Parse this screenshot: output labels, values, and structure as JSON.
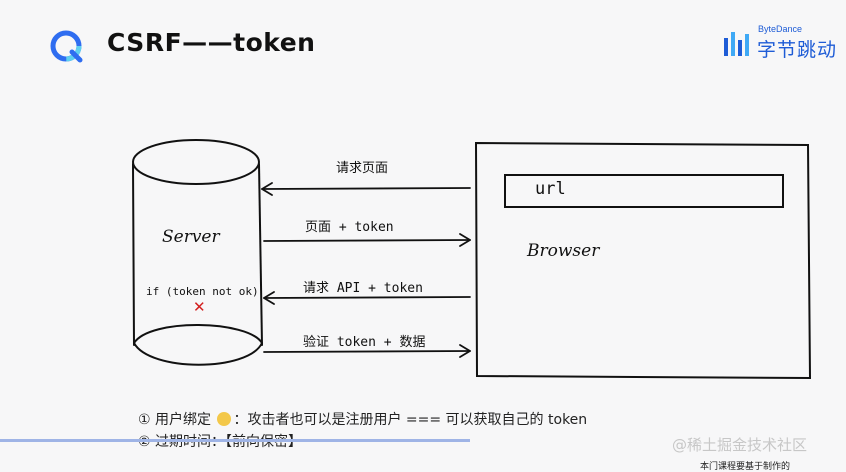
{
  "slide": {
    "title": "CSRF——token",
    "brand_small": "ByteDance",
    "brand_name": "字节跳动",
    "accent_color": "#1e5cd6"
  },
  "diagram": {
    "server_label": "Server",
    "server_condition": "if (token not ok)",
    "server_reject_mark": "✕",
    "browser_label": "Browser",
    "url_label": "url",
    "arrows": [
      {
        "label": "请求页面",
        "direction": "to-server"
      },
      {
        "label": "页面 + token",
        "direction": "to-browser"
      },
      {
        "label": "请求 API + token",
        "direction": "to-server"
      },
      {
        "label": "验证 token + 数据",
        "direction": "to-browser"
      }
    ]
  },
  "notes": [
    {
      "number": "①",
      "text_before": "用户绑定",
      "text_after": "：攻击者也可以是注册用户 === 可以获取自己的 token"
    },
    {
      "number": "②",
      "text": "过期时间：【前向保密】"
    }
  ],
  "video": {
    "progress_percent": 55,
    "watermark_site": "@稀土掘金技术社区",
    "bottom_caption": "本门课程要基于制作的"
  }
}
